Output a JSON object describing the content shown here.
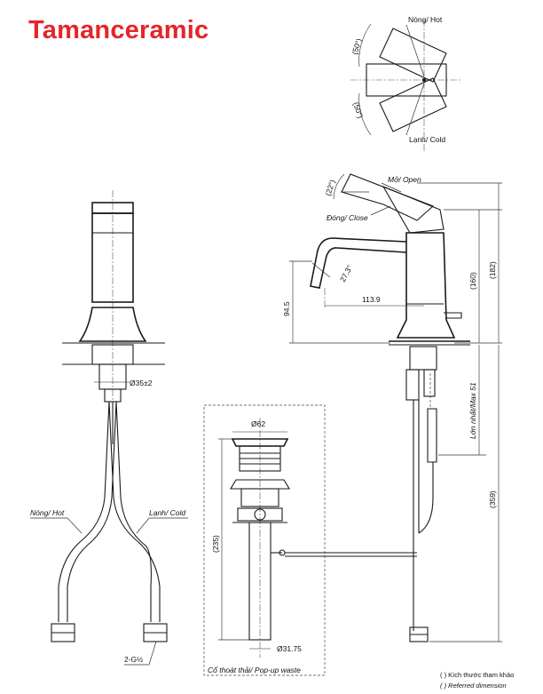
{
  "brand": "Tamanceramic",
  "rotation_view": {
    "hot": "Nóng/ Hot",
    "cold": "Lạnh/ Cold",
    "angle_top": "(50°)",
    "angle_bottom": "(50°)"
  },
  "side_view": {
    "open": "Mở/ Open",
    "close": "Đóng/ Close",
    "lever_angle": "(22°)",
    "spout_angle": "27.3°",
    "spout_reach": "113.9",
    "spout_height": "94.5",
    "height_160": "(160)",
    "height_182": "(182)",
    "max_deck": "Lớn nhất/Max 51",
    "hose_length": "(359)"
  },
  "front_view": {
    "hole_diameter": "Ø35±2",
    "hot": "Nóng/ Hot",
    "cold": "Lạnh/ Cold",
    "thread": "2-G½"
  },
  "waste": {
    "top_diameter": "Ø62",
    "length": "(235)",
    "pipe_diameter": "Ø31.75",
    "caption": "Cổ thoát thải/ Pop-up waste"
  },
  "notes": {
    "line1": "( ) Kích thước tham khảo",
    "line2": "( ) Referred dimension"
  },
  "colors": {
    "brand": "#e3262b",
    "line": "#1a1a1a"
  }
}
